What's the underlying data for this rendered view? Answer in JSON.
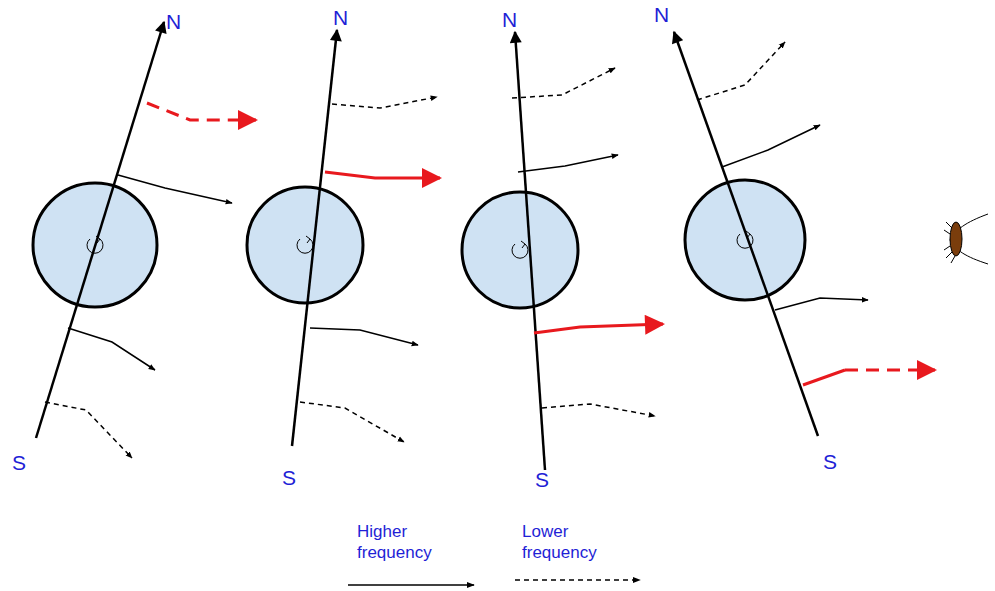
{
  "diagram": {
    "labels": [
      "N",
      "N",
      "N",
      "N",
      "S",
      "S",
      "S",
      "S"
    ],
    "legend": [
      {
        "text": "Higher frequency"
      },
      {
        "text": "Lower frequency"
      }
    ]
  }
}
